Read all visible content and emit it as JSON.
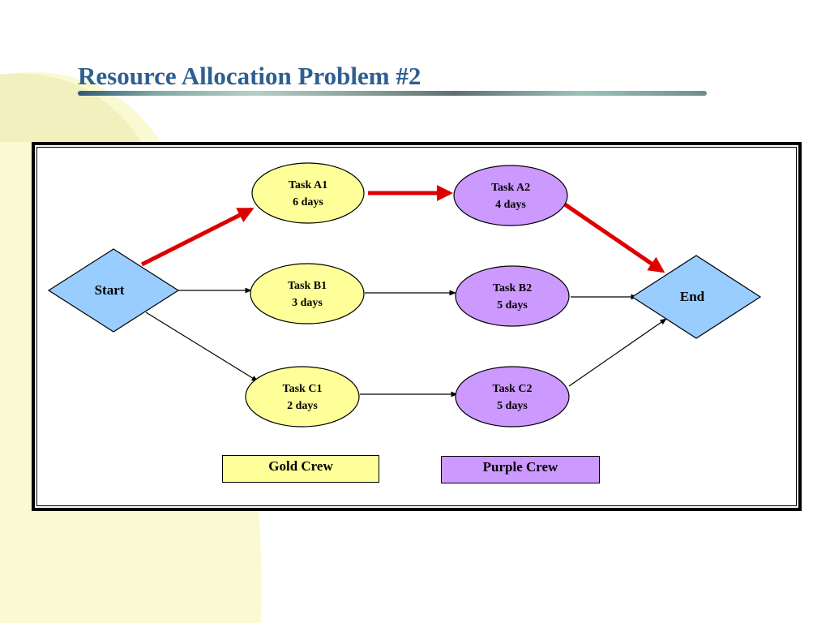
{
  "slide": {
    "title": "Resource Allocation Problem #2"
  },
  "colors": {
    "gold": "#ffff99",
    "purple": "#cc99ff",
    "diamond": "#99ccff",
    "critical": "#dd0000",
    "title": "#2e5f8f",
    "background_accent": "#f8f8c8"
  },
  "diagram": {
    "start_label": "Start",
    "end_label": "End",
    "nodes": [
      {
        "id": "A1",
        "name": "Task A1",
        "duration": "6 days",
        "crew": "gold"
      },
      {
        "id": "A2",
        "name": "Task A2",
        "duration": "4 days",
        "crew": "purple"
      },
      {
        "id": "B1",
        "name": "Task B1",
        "duration": "3 days",
        "crew": "gold"
      },
      {
        "id": "B2",
        "name": "Task B2",
        "duration": "5 days",
        "crew": "purple"
      },
      {
        "id": "C1",
        "name": "Task C1",
        "duration": "2 days",
        "crew": "gold"
      },
      {
        "id": "C2",
        "name": "Task C2",
        "duration": "5 days",
        "crew": "purple"
      }
    ],
    "edges": [
      {
        "from": "Start",
        "to": "A1",
        "critical": true
      },
      {
        "from": "A1",
        "to": "A2",
        "critical": true
      },
      {
        "from": "A2",
        "to": "End",
        "critical": true
      },
      {
        "from": "Start",
        "to": "B1",
        "critical": false
      },
      {
        "from": "B1",
        "to": "B2",
        "critical": false
      },
      {
        "from": "B2",
        "to": "End",
        "critical": false
      },
      {
        "from": "Start",
        "to": "C1",
        "critical": false
      },
      {
        "from": "C1",
        "to": "C2",
        "critical": false
      },
      {
        "from": "C2",
        "to": "End",
        "critical": false
      }
    ]
  },
  "legend": {
    "gold_label": "Gold Crew",
    "purple_label": "Purple Crew"
  }
}
